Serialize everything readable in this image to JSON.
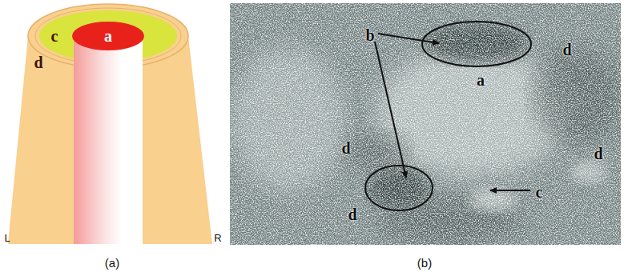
{
  "diagram": {
    "labels": [
      "a",
      "c",
      "d",
      "L",
      "R",
      "(a)",
      "b",
      "d",
      "a",
      "d",
      "d",
      "c",
      "d",
      "(b)"
    ]
  }
}
